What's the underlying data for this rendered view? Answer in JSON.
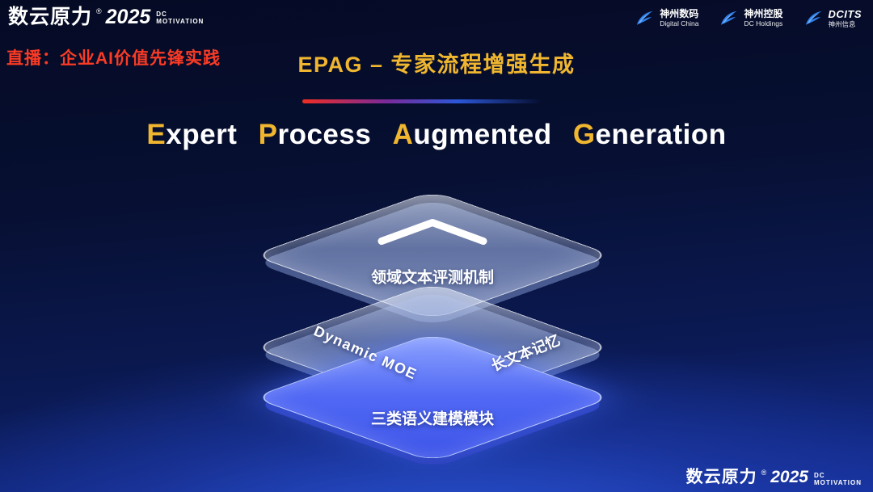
{
  "slide": {
    "header": {
      "brand": {
        "name": "数云原力",
        "reg": "®",
        "year": "2025",
        "sub_top": "DC",
        "sub_bottom": "MOTIVATION"
      },
      "live_label": "直播：企业AI价值先锋实践",
      "section_title": "EPAG – 专家流程增强生成",
      "partner_logos": [
        {
          "line1": "神州数码",
          "line2": "Digital China",
          "icon": "swoosh-icon"
        },
        {
          "line1": "神州控股",
          "line2": "DC Holdings",
          "icon": "swoosh-icon"
        },
        {
          "line1": "DCITS",
          "line2": "神州信息",
          "icon": "swoosh-icon"
        }
      ]
    },
    "main_title": {
      "words": [
        {
          "first": "E",
          "rest": "xpert"
        },
        {
          "first": "P",
          "rest": "rocess"
        },
        {
          "first": "A",
          "rest": "ugmented"
        },
        {
          "first": "G",
          "rest": "eneration"
        }
      ]
    },
    "diagram": {
      "type": "stacked-layers",
      "layers": [
        {
          "position": "top",
          "style": "glass",
          "icon": "chevron-up-icon",
          "label": "领域文本评测机制"
        },
        {
          "position": "middle",
          "style": "glass",
          "label_left": "Dynamic MOE",
          "label_right": "长文本记忆"
        },
        {
          "position": "bottom",
          "style": "blue",
          "label": "三类语义建模模块"
        }
      ]
    },
    "footer_brand": {
      "name": "数云原力",
      "reg": "®",
      "year": "2025",
      "sub_top": "DC",
      "sub_bottom": "MOTIVATION"
    },
    "colors": {
      "background_dark": "#060c2c",
      "background_glow": "#2e55e0",
      "accent_gold": "#f0b62f",
      "live_red": "#fa3b25",
      "layer_blue": "#4a63f2",
      "divider_red": "#ef2d24",
      "divider_blue": "#2b57d8"
    }
  }
}
